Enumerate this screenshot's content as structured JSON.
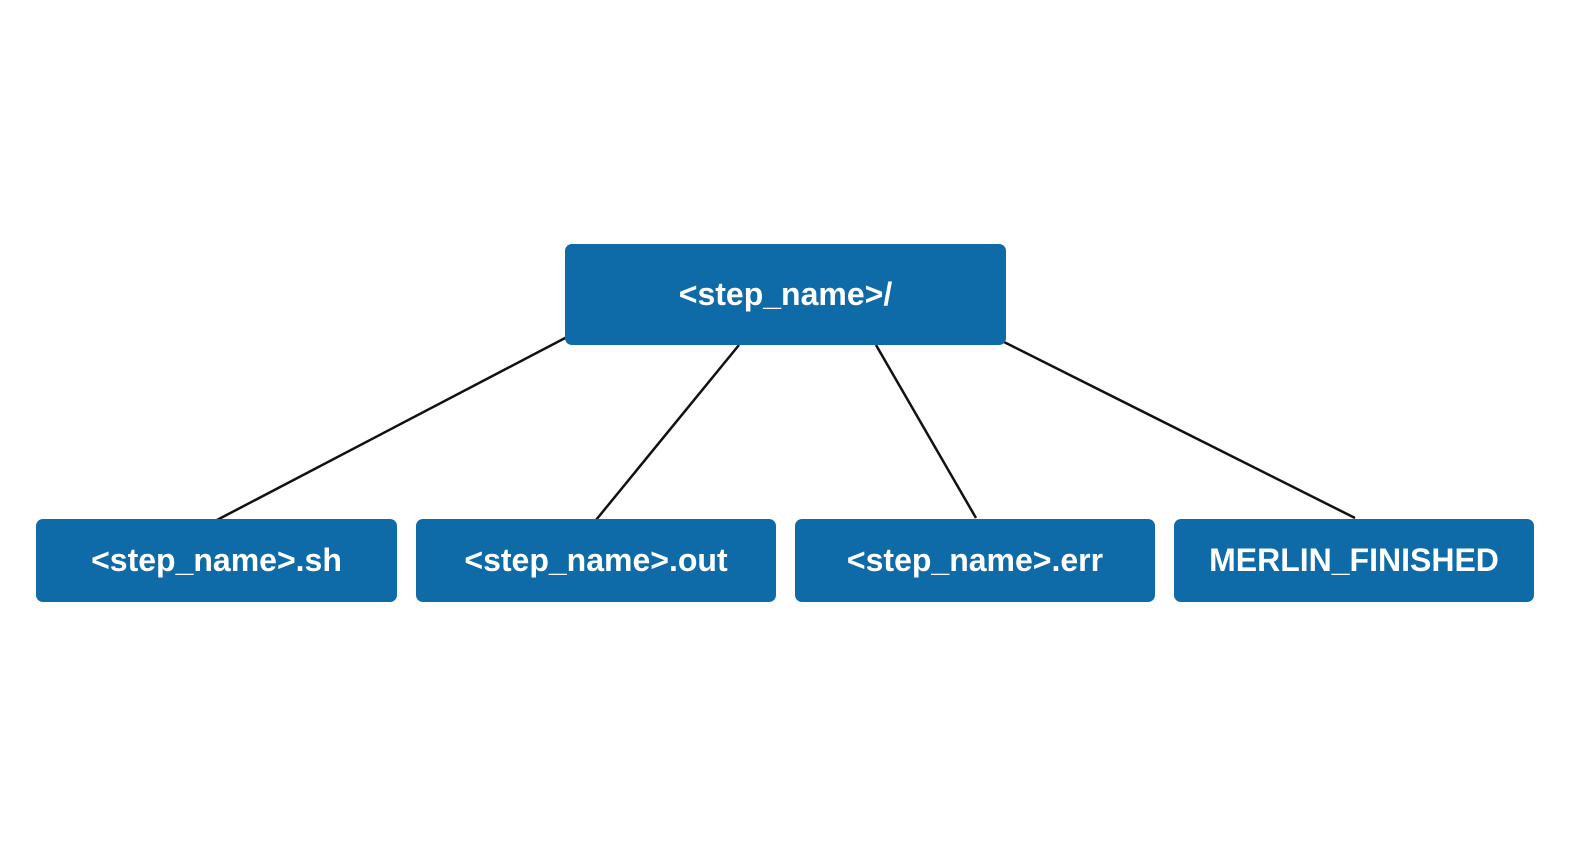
{
  "colors": {
    "node_fill": "#0f6ba8",
    "node_text": "#ffffff",
    "connector": "#111111",
    "background": "#ffffff"
  },
  "tree": {
    "root": {
      "label": "<step_name>/"
    },
    "children": [
      {
        "label": "<step_name>.sh"
      },
      {
        "label": "<step_name>.out"
      },
      {
        "label": "<step_name>.err"
      },
      {
        "label": "MERLIN_FINISHED"
      }
    ]
  }
}
